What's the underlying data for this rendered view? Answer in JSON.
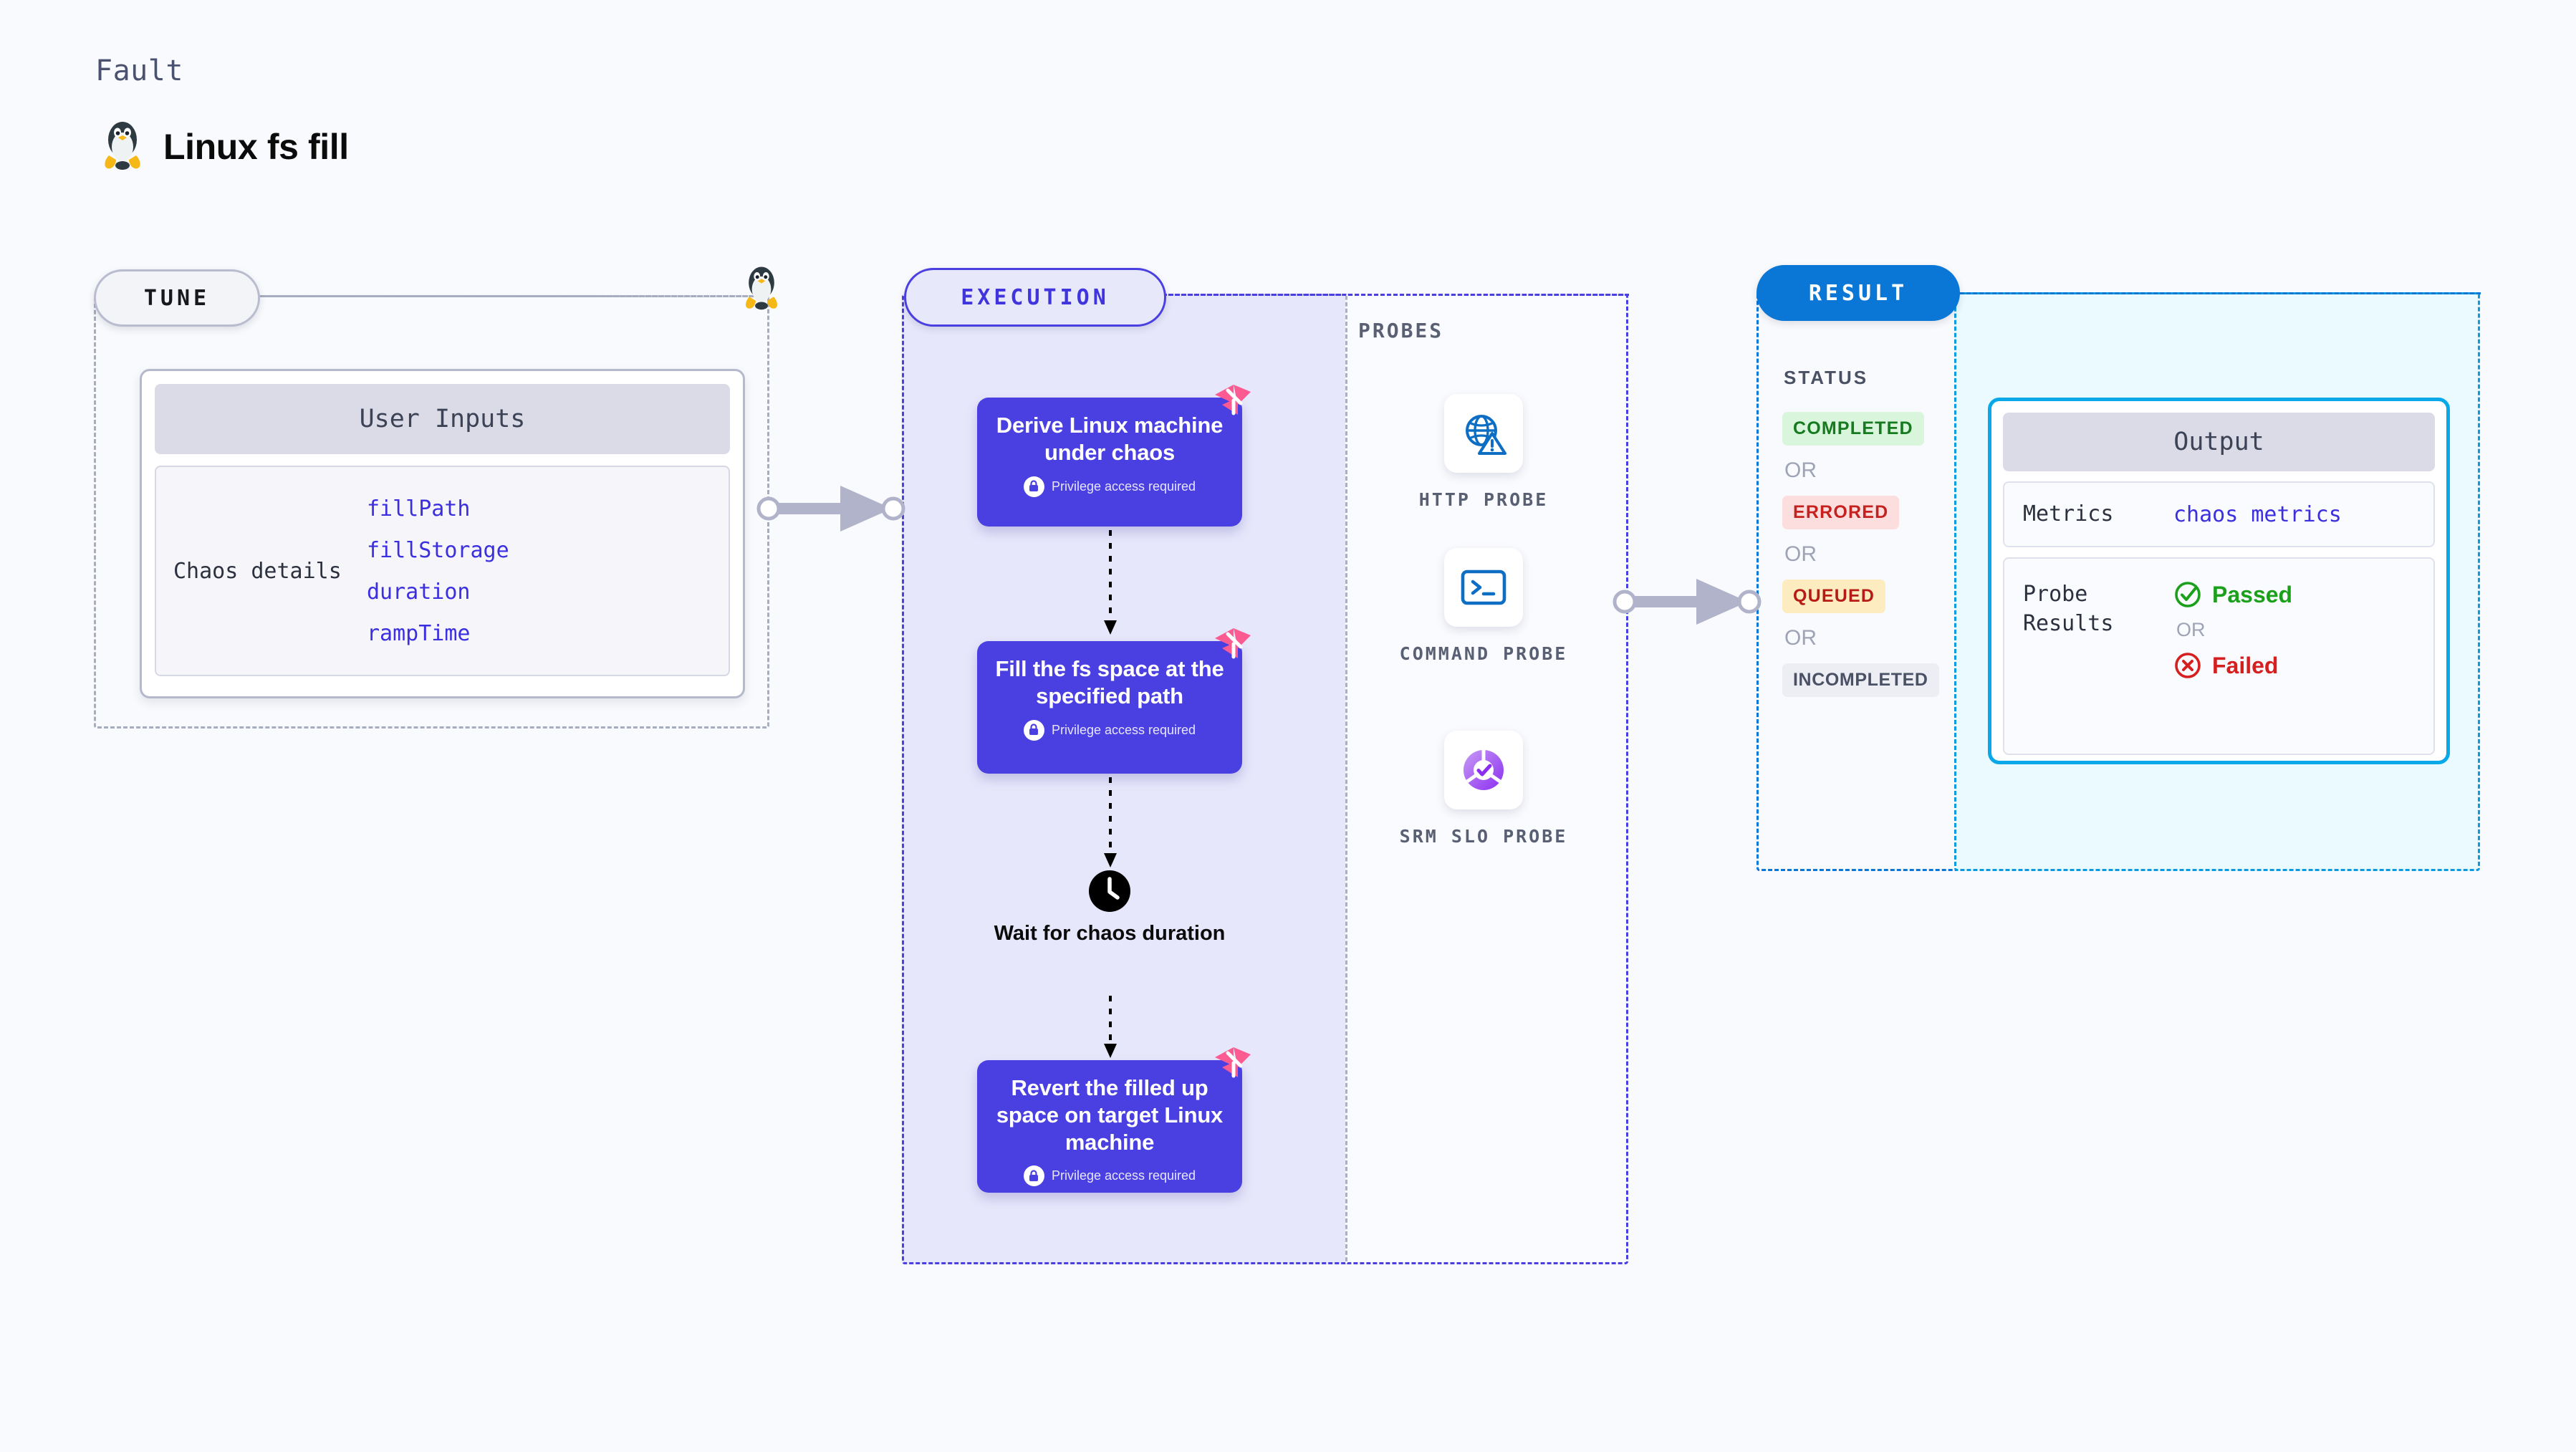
{
  "header": {
    "kicker": "Fault",
    "title": "Linux fs fill",
    "icon": "linux-penguin-icon"
  },
  "tune": {
    "pill_label": "TUNE",
    "penguin_icon": "linux-penguin-icon",
    "card": {
      "header": "User Inputs",
      "row_label": "Chaos details",
      "params": [
        "fillPath",
        "fillStorage",
        "duration",
        "rampTime"
      ]
    }
  },
  "execution": {
    "pill_label": "EXECUTION",
    "privilege_note": "Privilege access required",
    "nodes": [
      {
        "title": "Derive Linux machine under chaos",
        "privileged": true,
        "flag": "harness-flag-icon"
      },
      {
        "title": "Fill the fs space at the specified path",
        "privileged": true,
        "flag": "harness-flag-icon"
      },
      {
        "title": "Revert the filled up space on target Linux machine",
        "privileged": true,
        "flag": "harness-flag-icon"
      }
    ],
    "wait": {
      "label": "Wait for chaos duration",
      "icon": "clock-icon"
    }
  },
  "probes": {
    "title": "PROBES",
    "items": [
      {
        "label": "HTTP PROBE",
        "icon": "globe-warning-icon"
      },
      {
        "label": "COMMAND PROBE",
        "icon": "terminal-icon"
      },
      {
        "label": "SRM SLO PROBE",
        "icon": "slo-donut-check-icon"
      }
    ]
  },
  "result": {
    "pill_label": "RESULT",
    "status_title": "STATUS",
    "or_label": "OR",
    "statuses": [
      {
        "label": "COMPLETED",
        "variant": "completed"
      },
      {
        "label": "ERRORED",
        "variant": "errored"
      },
      {
        "label": "QUEUED",
        "variant": "queued"
      },
      {
        "label": "INCOMPLETED",
        "variant": "incompleted"
      }
    ]
  },
  "output": {
    "header": "Output",
    "metrics_label": "Metrics",
    "metrics_value": "chaos metrics",
    "probe_results_label": "Probe Results",
    "or_label": "OR",
    "passed_label": "Passed",
    "failed_label": "Failed",
    "passed_icon": "check-circle-icon",
    "failed_icon": "x-circle-icon"
  },
  "colors": {
    "canvas_bg": "#f9fafd",
    "execution_accent": "#4a3fe0",
    "execution_bg": "#e7e7fb",
    "result_accent": "#0a76d6",
    "output_accent": "#09a8e8",
    "output_bg": "#eafaff",
    "tune_border": "#a7adc0",
    "param_text": "#3b2fe0",
    "flag_pink": "#fb5b91",
    "passed_green": "#1ba01b",
    "failed_red": "#d61f1f"
  }
}
